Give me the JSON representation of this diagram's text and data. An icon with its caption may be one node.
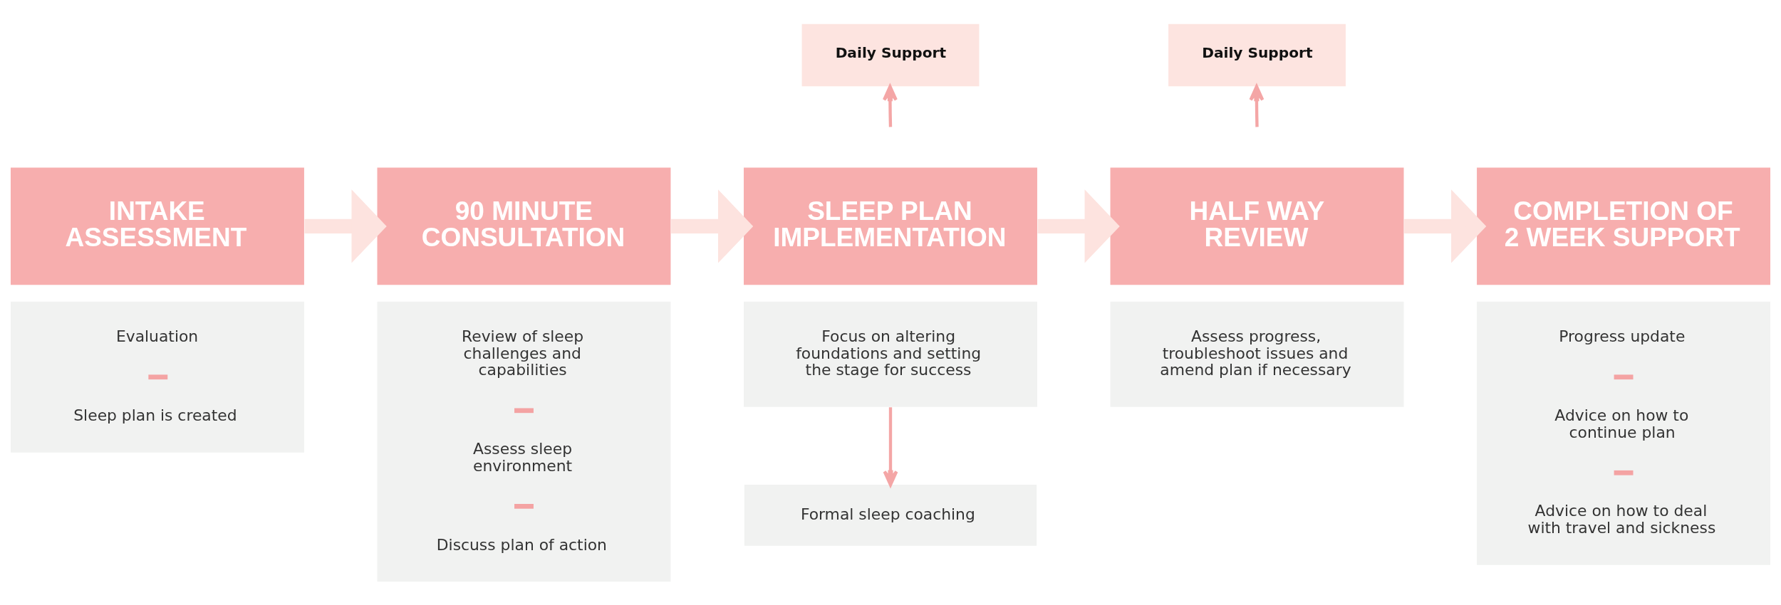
{
  "diagram": {
    "nodes": [
      {
        "text": [
          "INTAKE ASSESSMENT"
        ]
      },
      {
        "text": [
          "Evaluation",
          "Sleep plan is created"
        ]
      },
      {
        "text": [
          "90 MINUTE CONSULTATION"
        ]
      },
      {
        "text": [
          "Review of sleep challenges and capabilities",
          "Assess sleep environment",
          "Discuss plan of action"
        ]
      },
      {
        "text": [
          "SLEEP PLAN IMPLEMENTATION"
        ]
      },
      {
        "text": [
          "Focus on altering foundations and setting the stage for success"
        ]
      },
      {
        "text": [
          "Formal sleep coaching"
        ]
      },
      {
        "text": [
          "Daily Support"
        ]
      },
      {
        "text": [
          "HALF WAY REVIEW"
        ]
      },
      {
        "text": [
          "Assess progress, troubleshoot issues and amend plan if necessary"
        ]
      },
      {
        "text": [
          "Daily Support"
        ]
      },
      {
        "text": [
          "COMPLETION OF 2 WEEK SUPPORT"
        ]
      },
      {
        "text": [
          "Progress update",
          "Advice on how to continue plan",
          "Advice on how to deal with travel and sickness"
        ]
      }
    ],
    "edges": [
      {
        "from": 0,
        "to": 2,
        "arrow": "to"
      },
      {
        "from": 2,
        "to": 4,
        "arrow": "to"
      },
      {
        "from": 4,
        "to": 8,
        "arrow": "to"
      },
      {
        "from": 8,
        "to": 11,
        "arrow": "to"
      },
      {
        "from": 5,
        "to": 6,
        "arrow": "to",
        "color": "#f4a6a6"
      },
      {
        "from": null,
        "to": 7,
        "arrow": "to",
        "color": "#f4a6a6"
      },
      {
        "from": null,
        "to": 10,
        "arrow": "to",
        "color": "#f4a6a6"
      }
    ]
  }
}
